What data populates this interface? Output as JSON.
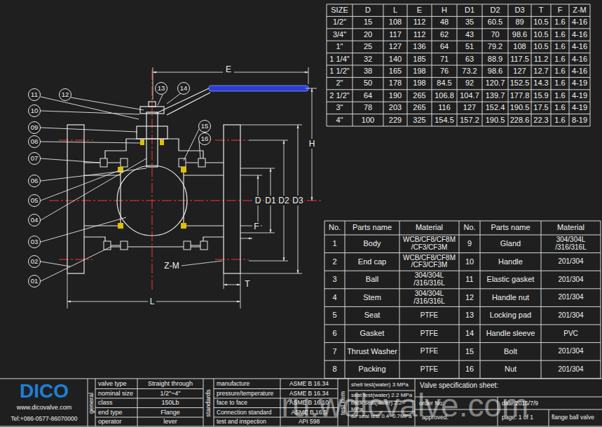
{
  "diagram": {
    "nodes": [
      {
        "text": [
          "11"
        ]
      },
      {
        "text": [
          "12"
        ]
      },
      {
        "text": [
          "13"
        ]
      },
      {
        "text": [
          "14"
        ]
      },
      {
        "text": [
          "10"
        ]
      },
      {
        "text": [
          "09"
        ]
      },
      {
        "text": [
          "08"
        ]
      },
      {
        "text": [
          "07"
        ]
      },
      {
        "text": [
          "06"
        ]
      },
      {
        "text": [
          "05"
        ]
      },
      {
        "text": [
          "04"
        ]
      },
      {
        "text": [
          "03"
        ]
      },
      {
        "text": [
          "02"
        ]
      },
      {
        "text": [
          "01"
        ]
      },
      {
        "text": [
          "15"
        ]
      },
      {
        "text": [
          "16"
        ]
      }
    ],
    "labels": [
      "E",
      "H",
      "D",
      "D1",
      "D2",
      "D3",
      "F",
      "Z-M",
      "T",
      "L",
      "SIZE",
      "D",
      "L",
      "E",
      "H",
      "D1",
      "D2",
      "D3",
      "T",
      "F",
      "Z-M",
      "1/2\"",
      "15",
      "108",
      "112",
      "48",
      "35",
      "60.5",
      "89",
      "10.5",
      "1.6",
      "4-16",
      "3/4\"",
      "20",
      "117",
      "112",
      "62",
      "43",
      "70",
      "98.6",
      "10.5",
      "1.6",
      "4-16",
      "1\"",
      "25",
      "127",
      "136",
      "64",
      "51",
      "79.2",
      "108",
      "10.5",
      "1.6",
      "4-16",
      "1 1/4\"",
      "32",
      "140",
      "185",
      "71",
      "63",
      "88.9",
      "117.5",
      "11.2",
      "1.6",
      "4-16",
      "1 1/2\"",
      "38",
      "165",
      "198",
      "76",
      "73.2",
      "98.6",
      "127",
      "12.7",
      "1.6",
      "4-16",
      "2\"",
      "50",
      "178",
      "198",
      "84.5",
      "92",
      "120.7",
      "152.5",
      "14.3",
      "1.6",
      "4-19",
      "2 1/2\"",
      "64",
      "190",
      "265",
      "106.8",
      "104.7",
      "139.7",
      "177.8",
      "15.9",
      "1.6",
      "4-19",
      "3\"",
      "78",
      "203",
      "265",
      "116",
      "127",
      "152.4",
      "190.5",
      "17.5",
      "1.6",
      "4-19",
      "4\"",
      "100",
      "229",
      "325",
      "154.5",
      "157.2",
      "190.5",
      "228.6",
      "22.3",
      "1.6",
      "8-19",
      "No.",
      "Parts name",
      "Material",
      "No.",
      "Parts name",
      "Material",
      "1",
      "Body",
      "WCB/CF8/CF8M /CF3/CF3M",
      "9",
      "Gland",
      "304/304L /316/316L",
      "2",
      "End cap",
      "WCB/CF8/CF8M /CF3/CF3M",
      "10",
      "Handle",
      "201/304",
      "3",
      "Ball",
      "304/304L /316/316L",
      "11",
      "Elastic gasket",
      "201/304",
      "4",
      "Stem",
      "304/304L /316/316L",
      "12",
      "Handle nut",
      "201/304",
      "5",
      "Seat",
      "PTFE",
      "13",
      "Locking pad",
      "201/304",
      "6",
      "Gasket",
      "PTFE",
      "14",
      "Handle sleeve",
      "PVC",
      "7",
      "Thrust Washer",
      "PTFE",
      "15",
      "Bolt",
      "201/304",
      "8",
      "Packing",
      "PTFE",
      "16",
      "Nut",
      "201/304",
      "DICO",
      "www.dicovalve.com",
      "Tel:+086-0577-86070000",
      "general",
      "valve type",
      "Straight through",
      "nominal size",
      "1/2\"~4\"",
      "class",
      "150Lb",
      "end type",
      "Flange",
      "operator",
      "lever",
      "standards",
      "manufacture",
      "ASME B 16.34",
      "pressure/temperature",
      "ASME B 16.34",
      "face to face",
      "ASME B 16.10",
      "Connection standard",
      "ASME B 16.5",
      "test and inspection",
      "API 598",
      "test item",
      "shell test(water) 3 MPa",
      "seat test(water) 2.2 MPa",
      "back seat(water) 2.2 MPa",
      "air seal test 0.4~0.7MPa",
      "Valve specification sheet:",
      "order No:",
      "date:2015/7/9",
      "approved:",
      "page: 1 of 1",
      "flange ball valve",
      "ru.wdlcvalve.com"
    ]
  }
}
